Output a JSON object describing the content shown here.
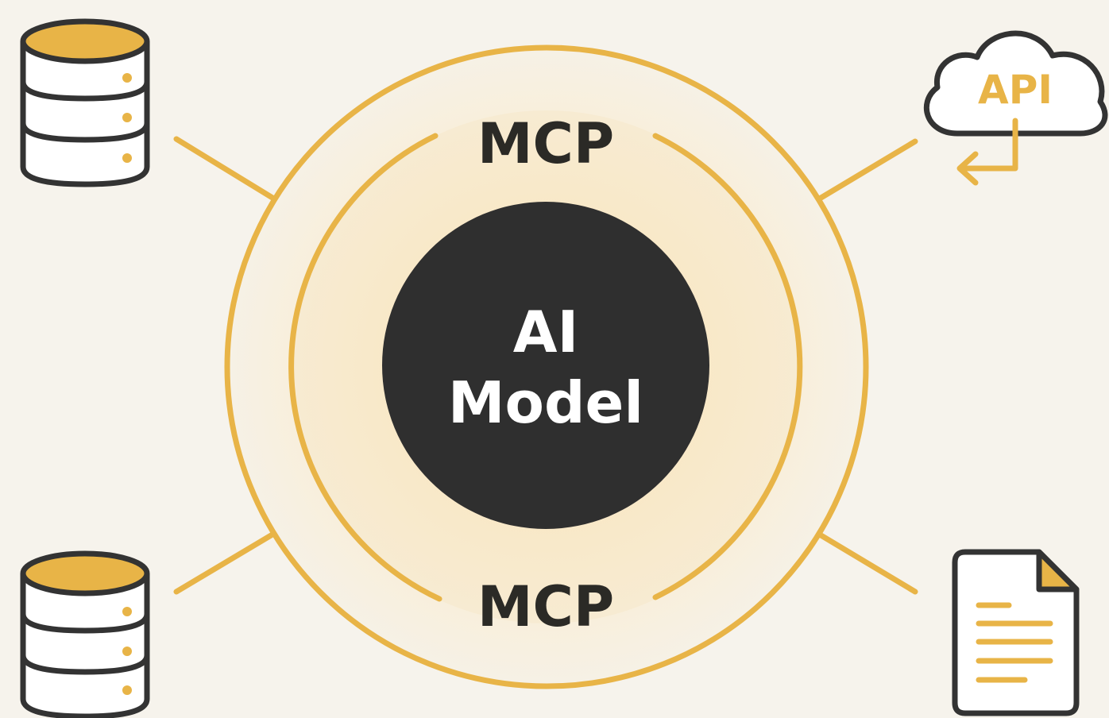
{
  "hub": {
    "core_line1": "AI",
    "core_line2": "Model",
    "ring_label_top": "MCP",
    "ring_label_bottom": "MCP"
  },
  "nodes": {
    "top_right_label": "API"
  },
  "colors": {
    "background": "#f6f3ec",
    "accent": "#e8b447",
    "ring_fill": "#f7e3b8",
    "dark": "#2f2f2f",
    "text_light": "#ffffff",
    "icon_outline": "#333333"
  },
  "icons": {
    "top_left": "database-icon",
    "bottom_left": "database-icon",
    "top_right": "cloud-api-icon",
    "bottom_right": "document-icon"
  }
}
